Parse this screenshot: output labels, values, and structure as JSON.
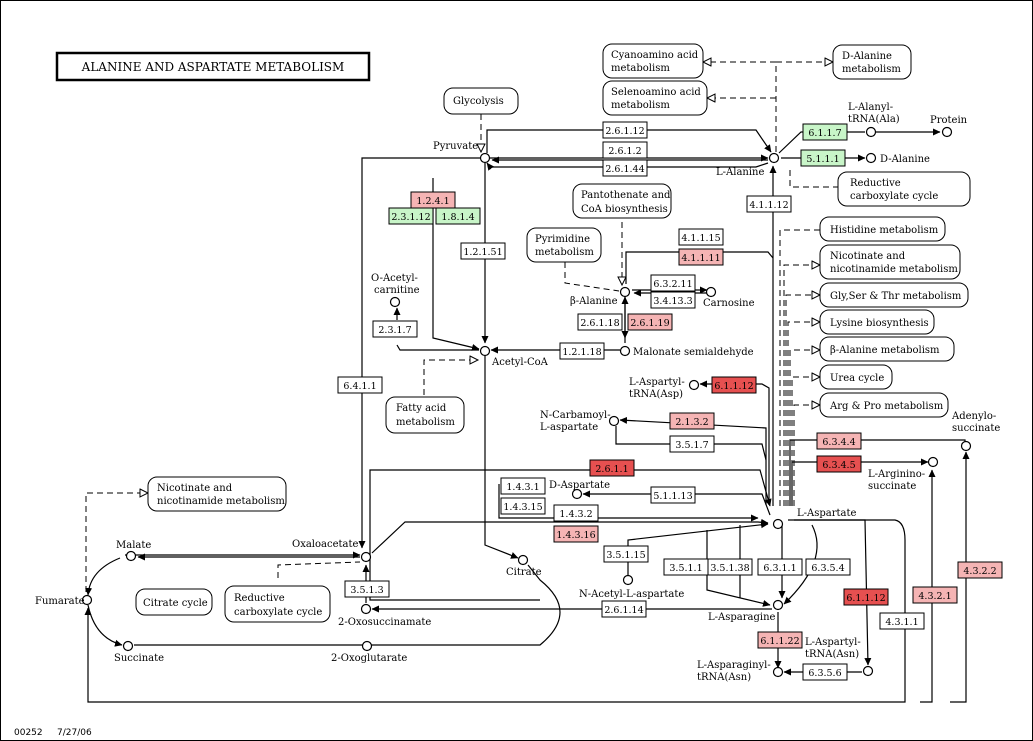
{
  "title": "ALANINE AND ASPARTATE METABOLISM",
  "footer": {
    "map_id": "00252",
    "date": "7/27/06"
  },
  "colors": {
    "none": "#ffffff",
    "green": "#c8f5c8",
    "light_red": "#f5b4b4",
    "red": "#e65050"
  },
  "enzymes": [
    {
      "id": "2.6.1.12",
      "color": "none"
    },
    {
      "id": "2.6.1.2",
      "color": "none"
    },
    {
      "id": "2.6.1.44",
      "color": "none"
    },
    {
      "id": "6.1.1.7",
      "color": "green"
    },
    {
      "id": "5.1.1.1",
      "color": "green"
    },
    {
      "id": "4.1.1.12",
      "color": "none"
    },
    {
      "id": "1.2.4.1",
      "color": "light_red"
    },
    {
      "id": "2.3.1.12",
      "color": "green"
    },
    {
      "id": "1.8.1.4",
      "color": "green"
    },
    {
      "id": "1.2.1.51",
      "color": "none"
    },
    {
      "id": "4.1.1.15",
      "color": "none"
    },
    {
      "id": "4.1.1.11",
      "color": "light_red"
    },
    {
      "id": "6.3.2.11",
      "color": "none"
    },
    {
      "id": "3.4.13.3",
      "color": "none"
    },
    {
      "id": "2.6.1.18",
      "color": "none"
    },
    {
      "id": "2.6.1.19",
      "color": "light_red"
    },
    {
      "id": "2.3.1.7",
      "color": "none"
    },
    {
      "id": "1.2.1.18",
      "color": "none"
    },
    {
      "id": "6.4.1.1",
      "color": "none"
    },
    {
      "id": "6.1.1.12",
      "color": "red"
    },
    {
      "id": "2.1.3.2",
      "color": "light_red"
    },
    {
      "id": "3.5.1.7",
      "color": "none"
    },
    {
      "id": "6.3.4.4",
      "color": "light_red"
    },
    {
      "id": "6.3.4.5",
      "color": "red"
    },
    {
      "id": "2.6.1.1",
      "color": "red"
    },
    {
      "id": "1.4.3.1",
      "color": "none"
    },
    {
      "id": "1.4.3.15",
      "color": "none"
    },
    {
      "id": "5.1.1.13",
      "color": "none"
    },
    {
      "id": "1.4.3.2",
      "color": "none"
    },
    {
      "id": "1.4.3.16",
      "color": "light_red"
    },
    {
      "id": "3.5.1.15",
      "color": "none"
    },
    {
      "id": "3.5.1.1",
      "color": "none"
    },
    {
      "id": "3.5.1.38",
      "color": "none"
    },
    {
      "id": "6.3.1.1",
      "color": "none"
    },
    {
      "id": "6.3.5.4",
      "color": "none"
    },
    {
      "id": "6.1.1.12",
      "color": "red"
    },
    {
      "id": "4.3.2.1",
      "color": "light_red"
    },
    {
      "id": "4.3.2.2",
      "color": "light_red"
    },
    {
      "id": "4.3.1.1",
      "color": "none"
    },
    {
      "id": "3.5.1.3",
      "color": "none"
    },
    {
      "id": "2.6.1.14",
      "color": "none"
    },
    {
      "id": "6.1.1.22",
      "color": "light_red"
    },
    {
      "id": "6.3.5.6",
      "color": "none"
    }
  ],
  "compounds": [
    "Pyruvate",
    "L-Alanine",
    "L-Alanyl-",
    "tRNA(Ala)",
    "Protein",
    "D-Alanine",
    "O-Acetyl-",
    "carnitine",
    "Acetyl-CoA",
    "β-Alanine",
    "Carnosine",
    "Malonate semialdehyde",
    "L-Aspartyl-",
    "tRNA(Asp)",
    "N-Carbamoyl-",
    "L-aspartate",
    "Adenylo-",
    "succinate",
    "L-Arginino-",
    "succinate",
    "D-Aspartate",
    "L-Aspartate",
    "Malate",
    "Oxaloacetate",
    "Citrate",
    "Fumarate",
    "2-Oxosuccinamate",
    "N-Acetyl-L-aspartate",
    "L-Asparagine",
    "L-Aspartyl-",
    "tRNA(Asn)",
    "L-Asparaginyl-",
    "tRNA(Asn)",
    "Succinate",
    "2-Oxoglutarate"
  ],
  "pathways": [
    [
      "Cyanoamino acid",
      "metabolism"
    ],
    [
      "Selenoamino acid",
      "metabolism"
    ],
    [
      "D-Alanine",
      "metabolism"
    ],
    [
      "Glycolysis"
    ],
    [
      "Reductive",
      "carboxylate cycle"
    ],
    [
      "Pantothenate and",
      "CoA biosynthesis"
    ],
    [
      "Pyrimidine",
      "metabolism"
    ],
    [
      "Histidine metabolism"
    ],
    [
      "Nicotinate and",
      "nicotinamide metabolism"
    ],
    [
      "Gly,Ser & Thr metabolism"
    ],
    [
      "Lysine biosynthesis"
    ],
    [
      "β-Alanine metabolism"
    ],
    [
      "Urea cycle"
    ],
    [
      "Arg & Pro metabolism"
    ],
    [
      "Fatty acid",
      "metabolism"
    ],
    [
      "Nicotinate and",
      "nicotinamide metabolism"
    ],
    [
      "Citrate cycle"
    ],
    [
      "Reductive",
      "carboxylate cycle"
    ]
  ]
}
